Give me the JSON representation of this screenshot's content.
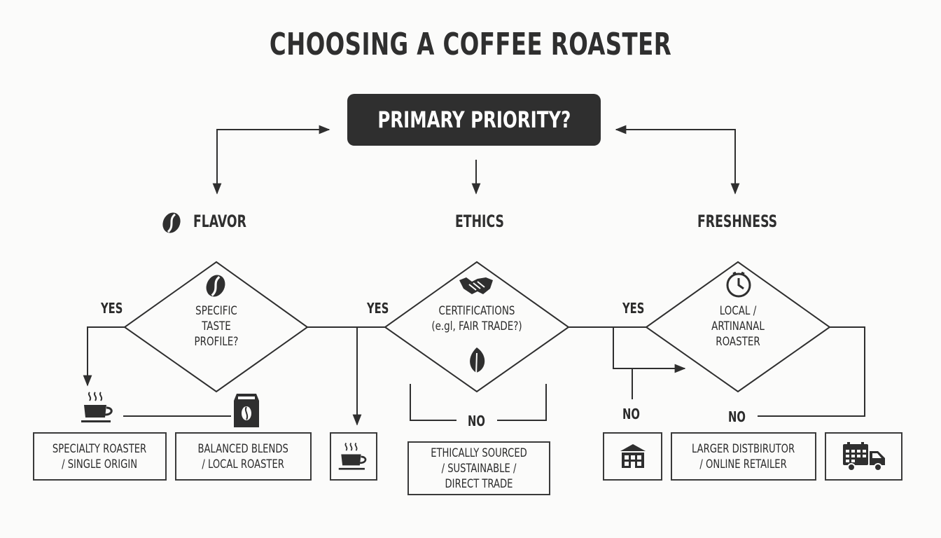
{
  "title": "CHOOSING A COFFEE ROASTER",
  "root": {
    "label": "PRIMARY PRIORITY?"
  },
  "categories": {
    "flavor": "FLAVOR",
    "ethics": "ETHICS",
    "freshness": "FRESHNESS"
  },
  "decisions": {
    "flavor": [
      "SPECIFIC",
      "TASTE",
      "PROFILE?"
    ],
    "ethics": [
      "CERTIFICATIONS",
      "(e.gl, FAIR TRADE?)"
    ],
    "freshness": [
      "LOCAL /",
      "ARTINANAL",
      "ROASTER"
    ]
  },
  "branch_labels": {
    "yes_flavor": "YES",
    "yes_ethics": "YES",
    "yes_freshness": "YES",
    "no_ethics": "NO",
    "no_freshness_left": "NO",
    "no_freshness_right": "NO"
  },
  "outcomes": {
    "specialty": [
      "SPECIALTY ROASTER",
      "/ SINGLE ORIGIN"
    ],
    "balanced": [
      "BALANCED BLENDS",
      "/ LOCAL ROASTER"
    ],
    "ethical": [
      "ETHICALLY SOURCED",
      "/ SUSTAINABLE /",
      "DIRECT TRADE"
    ],
    "distributor": [
      "LARGER DISTBIRUTOR",
      "/ ONLINE RETAILER"
    ]
  },
  "icons": {
    "flavor_category": "coffee-bean-icon",
    "flavor_decision": "coffee-bean-icon",
    "ethics_decision": "handshake-icon",
    "ethics_leaf": "leaf-icon",
    "freshness_decision": "clock-icon",
    "cup_outcome": "coffee-cup-icon",
    "bag_outcome": "coffee-bag-icon",
    "cup_box": "coffee-cup-icon",
    "shop_box": "storefront-icon",
    "delivery_box": "delivery-truck-icon"
  },
  "colors": {
    "ink": "#2f2f2f",
    "background": "#fbfbfa",
    "box_fill": "#2f2f2f",
    "box_text": "#ffffff"
  }
}
